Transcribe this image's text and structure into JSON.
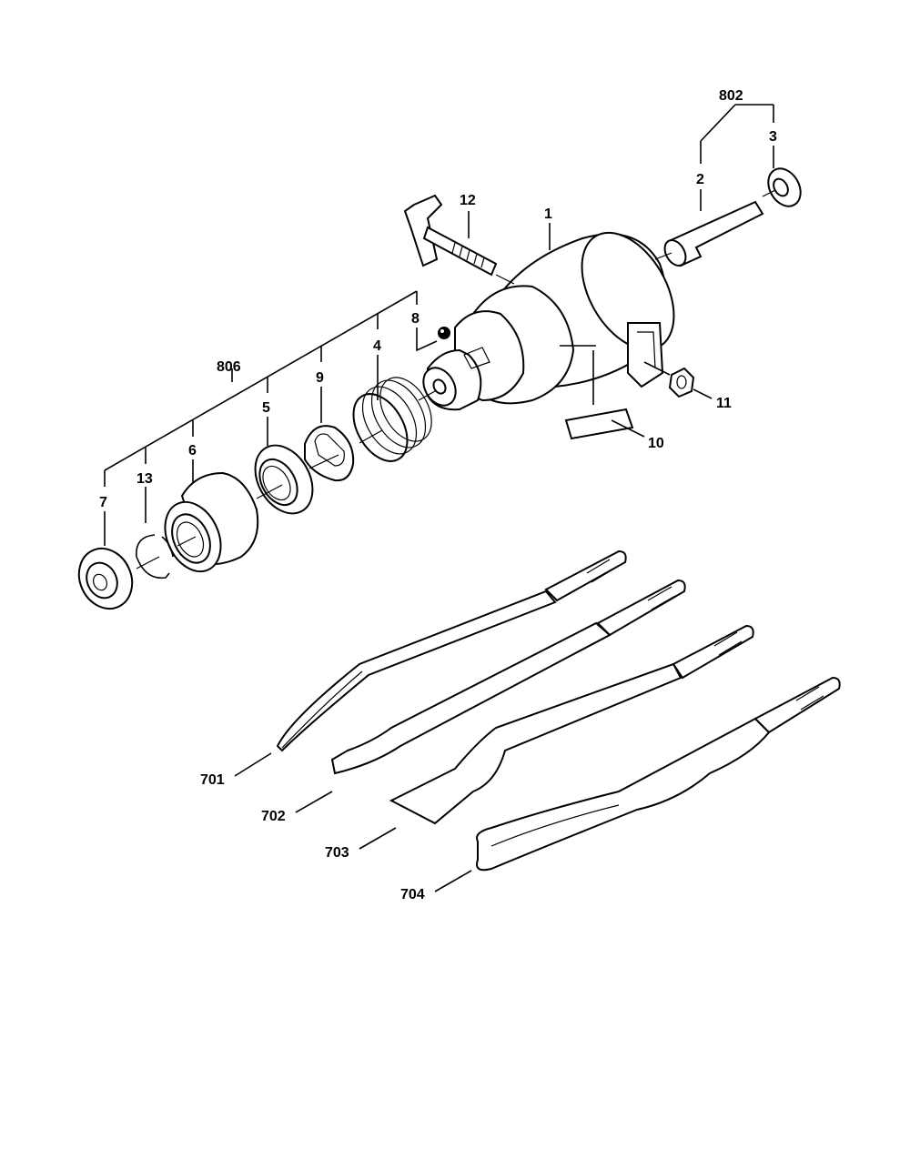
{
  "labels": {
    "l802": "802",
    "l3": "3",
    "l2": "2",
    "l12": "12",
    "l1": "1",
    "l8": "8",
    "l806": "806",
    "l4": "4",
    "l9": "9",
    "l5": "5",
    "l6": "6",
    "l13": "13",
    "l7": "7",
    "l11": "11",
    "l10": "10",
    "l701": "701",
    "l702": "702",
    "l703": "703",
    "l704": "704"
  }
}
